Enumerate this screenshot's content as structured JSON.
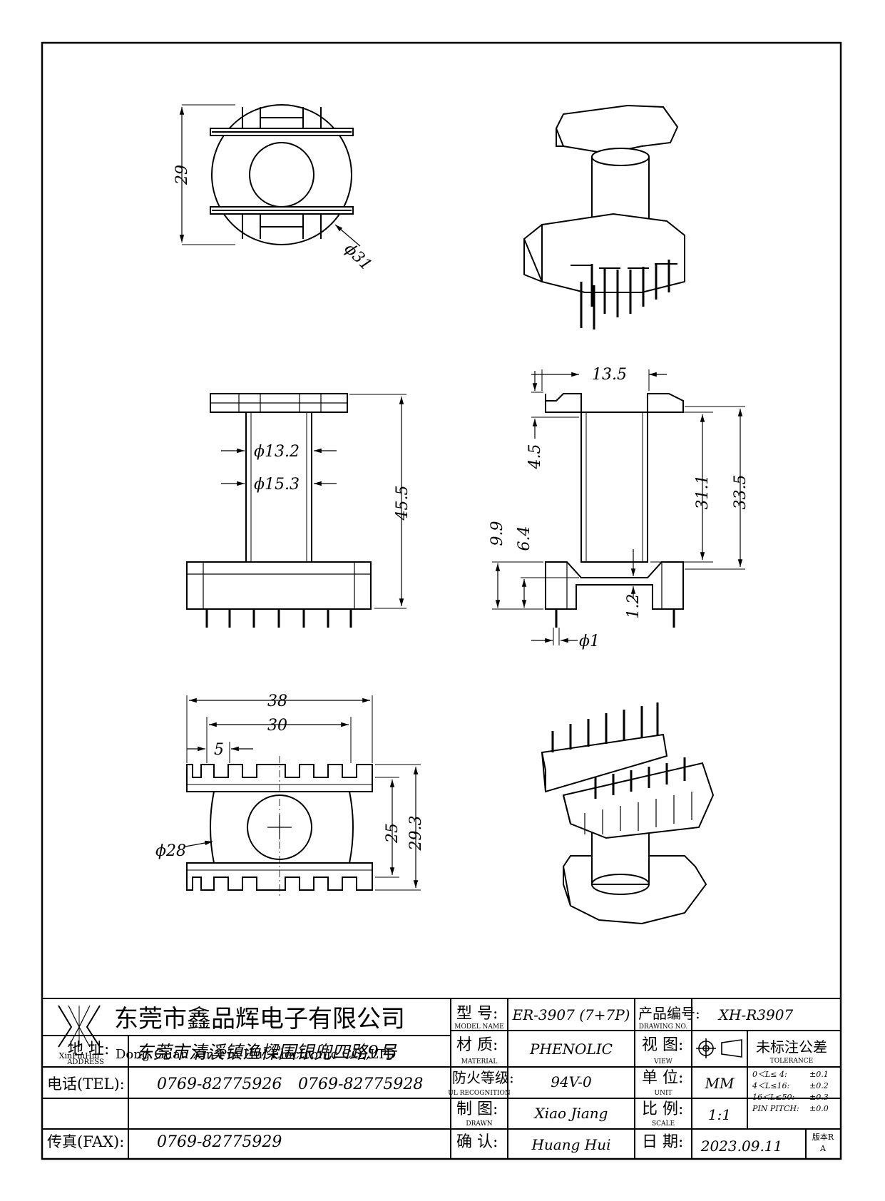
{
  "dimensions": {
    "top_height": "29",
    "top_dia": "ϕ31",
    "front_inner_dia": "ϕ13.2",
    "front_outer_dia": "ϕ15.3",
    "front_height": "45.5",
    "side_width": "13.5",
    "side_flange": "4.5",
    "side_winding": "31.1",
    "side_total": "33.5",
    "side_base": "9.9",
    "side_pin_section": "6.4",
    "side_step": "1.2",
    "side_pin_dia": "ϕ1",
    "bottom_width": "38",
    "bottom_pitch_span": "30",
    "bottom_pitch": "5",
    "bottom_core_dia": "ϕ28",
    "bottom_inner": "25",
    "bottom_outer": "29.3"
  },
  "titleblock": {
    "company_cn": "东莞市鑫品辉电子有限公司",
    "company_en": "Dong Guan Xin Pin Hui Electronic CO.,LTD",
    "logo_text": "XinPinHui",
    "address_label": "地 址:",
    "address_label_en": "ADDRESS",
    "address_value": "东莞市清溪镇渔樑围银兜四路9号",
    "tel_label": "电话(TEL):",
    "tel_value_1": "0769-82775926",
    "tel_value_2": "0769-82775928",
    "fax_label": "传真(FAX):",
    "fax_value": "0769-82775929",
    "model_label": "型 号:",
    "model_label_en": "MODEL NAME",
    "model_value": "ER-3907 (7+7P)",
    "material_label": "材 质:",
    "material_label_en": "MATERIAL",
    "material_value": "PHENOLIC",
    "ul_label": "防火等级:",
    "ul_label_en": "UL RECOGNITION",
    "ul_value": "94V-0",
    "drawn_label": "制 图:",
    "drawn_label_en": "DRAWN",
    "drawn_value": "Xiao Jiang",
    "confirm_label": "确 认:",
    "confirm_value": "Huang Hui",
    "drawing_no_label": "产品编号:",
    "drawing_no_label_en": "DRAWING NO.",
    "drawing_no_value": "XH-R3907",
    "view_label": "视 图:",
    "view_label_en": "VIEW",
    "unit_label": "单 位:",
    "unit_label_en": "UNIT",
    "unit_value": "MM",
    "scale_label": "比 例:",
    "scale_label_en": "SCALE",
    "scale_value": "1:1",
    "date_label": "日 期:",
    "date_value": "2023.09.11",
    "tolerance_title": "未标注公差",
    "tolerance_en": "TOLERANCE",
    "tol_row_1": "0＜L≤ 4:",
    "tol_val_1": "±0.1",
    "tol_row_2": "4＜L≤16:",
    "tol_val_2": "±0.2",
    "tol_row_3": "16＜L≤50:",
    "tol_val_3": "±0.3",
    "tol_row_4": "PIN PITCH:",
    "tol_val_4": "±0.0",
    "version_label": "版本R",
    "version_value": "A"
  }
}
